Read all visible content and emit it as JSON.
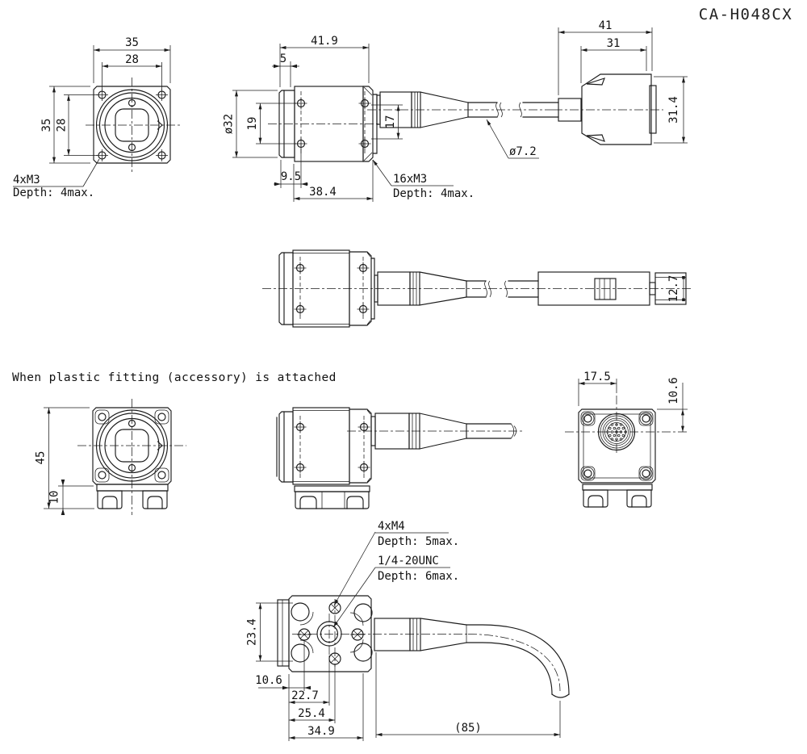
{
  "title": "CA-H048CX",
  "note": "When plastic fitting (accessory) is attached",
  "front_view": {
    "width_outer": "35",
    "width_inner": "28",
    "height_outer": "35",
    "height_inner": "28",
    "screw_label": "4xM3",
    "screw_depth": "Depth: 4max."
  },
  "side_view": {
    "length_total": "41.9",
    "lens_protrusion": "5",
    "lens_dia": "ø32",
    "side_hole_spacing": "19",
    "rear_hole_spacing": "17",
    "front_to_holes": "9.5",
    "body_length": "38.4",
    "screw_label": "16xM3",
    "screw_depth": "Depth: 4max.",
    "cable_dia": "ø7.2"
  },
  "connector_view": {
    "width_outer": "41",
    "width_inner": "31",
    "height": "31.4"
  },
  "top_view": {
    "connector_dia": "12.7"
  },
  "fitting_front_view": {
    "total_height": "45",
    "fitting_height": "10"
  },
  "fitting_rear_view": {
    "connector_from_side": "17.5",
    "connector_from_top": "10.6"
  },
  "bottom_view": {
    "m4_label": "4xM4",
    "m4_depth": "Depth: 5max.",
    "unc_label": "1/4-20UNC",
    "unc_depth": "Depth: 6max.",
    "hole_span": "23.4",
    "edge_to_m4_side": "10.6",
    "edge_to_unc": "22.7",
    "edge_to_m4_col": "25.4",
    "base_length": "34.9",
    "cable_bend_length": "(85)"
  }
}
